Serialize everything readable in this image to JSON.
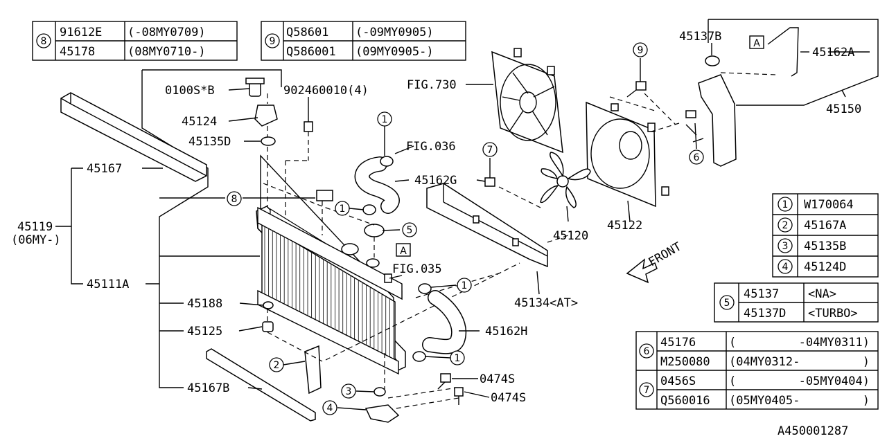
{
  "diagram_id": "A450001287",
  "labels": {
    "p0100S_B": "0100S*B",
    "p902460010": "902460010(4)",
    "p45124": "45124",
    "p45135D": "45135D",
    "p45167": "45167",
    "p45119": "45119",
    "p45119_note": "(06MY-)",
    "p45111A": "45111A",
    "p45188": "45188",
    "p45125": "45125",
    "p45167B": "45167B",
    "fig730": "FIG.730",
    "fig036": "FIG.036",
    "fig035": "FIG.035",
    "p45162G": "45162G",
    "p45162H": "45162H",
    "p45120": "45120",
    "p45122": "45122",
    "p45134": "45134<AT>",
    "p45137B": "45137B",
    "p45162A": "45162A",
    "p45150": "45150",
    "p0474S_a": "0474S",
    "p0474S_b": "0474S",
    "front": "FRONT",
    "box_a1": "A",
    "box_a2": "A"
  },
  "callouts": {
    "c1": "1",
    "c2": "2",
    "c3": "3",
    "c4": "4",
    "c5": "5",
    "c6": "6",
    "c7": "7",
    "c8": "8",
    "c9": "9"
  },
  "table8": {
    "ref": "8",
    "rows": [
      {
        "part": "91612E",
        "range": "(-08MY0709)"
      },
      {
        "part": "45178",
        "range": "(08MY0710-)"
      }
    ]
  },
  "table9": {
    "ref": "9",
    "rows": [
      {
        "part": "Q58601",
        "range": "(-09MY0905)"
      },
      {
        "part": "Q586001",
        "range": "(09MY0905-)"
      }
    ]
  },
  "table1to4": {
    "rows": [
      {
        "ref": "1",
        "part": "W170064"
      },
      {
        "ref": "2",
        "part": "45167A"
      },
      {
        "ref": "3",
        "part": "45135B"
      },
      {
        "ref": "4",
        "part": "45124D"
      }
    ]
  },
  "table5": {
    "ref": "5",
    "rows": [
      {
        "part": "45137",
        "range": "<NA>"
      },
      {
        "part": "45137D",
        "range": "<TURBO>"
      }
    ]
  },
  "table67": {
    "groups": [
      {
        "ref": "6",
        "rows": [
          {
            "part": "45176",
            "from": "(",
            "to": "-04MY0311)"
          },
          {
            "part": "M250080",
            "from": "(04MY0312-",
            "to": ")"
          }
        ]
      },
      {
        "ref": "7",
        "rows": [
          {
            "part": "0456S",
            "from": "(",
            "to": "-05MY0404)"
          },
          {
            "part": "Q560016",
            "from": "(05MY0405-",
            "to": ")"
          }
        ]
      }
    ]
  }
}
